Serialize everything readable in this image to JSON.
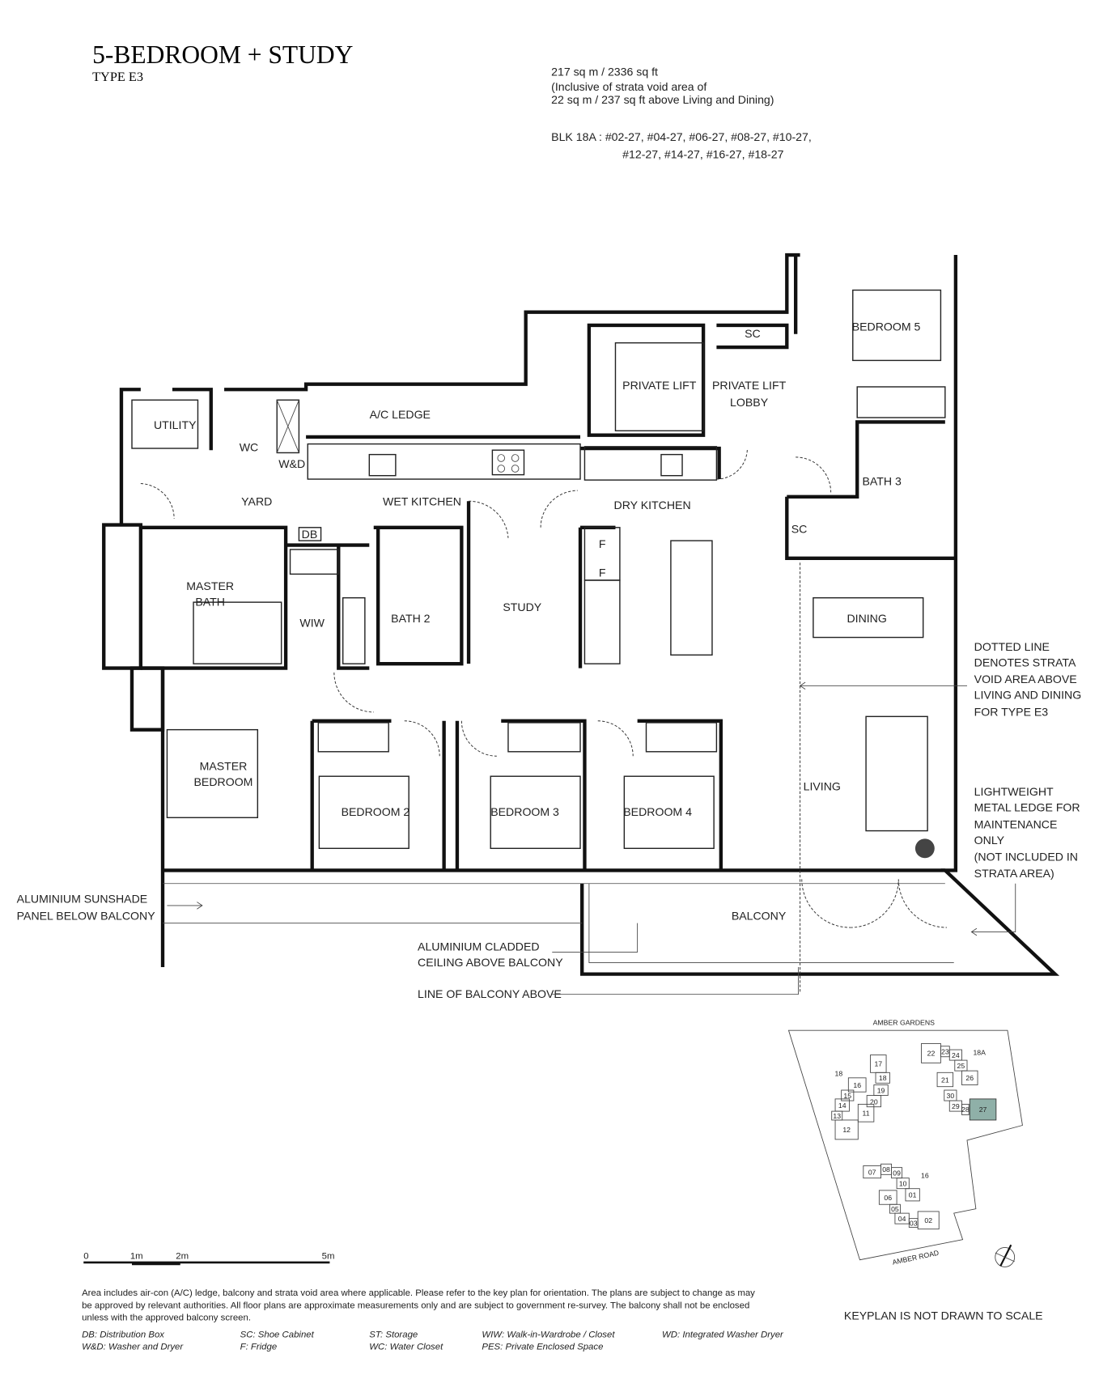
{
  "header": {
    "title": "5-BEDROOM + STUDY",
    "type": "TYPE E3",
    "area": "217 sq m / 2336 sq ft",
    "area_note_1": "(Inclusive of strata void area of",
    "area_note_2": "22 sq m / 237 sq ft above Living and Dining)",
    "units_line_1": "BLK 18A :  #02-27, #04-27, #06-27, #08-27, #10-27,",
    "units_line_2": "#12-27, #14-27, #16-27, #18-27"
  },
  "rooms": {
    "utility": "UTILITY",
    "wc": "WC",
    "wd": "W&D",
    "ac_ledge": "A/C LEDGE",
    "private_lift": "PRIVATE LIFT",
    "lift_lobby_1": "PRIVATE LIFT",
    "lift_lobby_2": "LOBBY",
    "sc_top": "SC",
    "bedroom5": "BEDROOM 5",
    "bath3": "BATH 3",
    "sc_right": "SC",
    "yard": "YARD",
    "wet_kitchen": "WET KITCHEN",
    "dry_kitchen": "DRY KITCHEN",
    "db": "DB",
    "master_bath_1": "MASTER",
    "master_bath_2": "BATH",
    "wiw": "WIW",
    "bath2": "BATH 2",
    "study": "STUDY",
    "fridge_1": "F",
    "fridge_2": "F",
    "dining": "DINING",
    "master_bedroom_1": "MASTER",
    "master_bedroom_2": "BEDROOM",
    "bedroom2": "BEDROOM 2",
    "bedroom3": "BEDROOM 3",
    "bedroom4": "BEDROOM 4",
    "living": "LIVING",
    "balcony": "BALCONY"
  },
  "annotations": {
    "sunshade_1": "ALUMINIUM SUNSHADE",
    "sunshade_2": "PANEL BELOW BALCONY",
    "cladded_1": "ALUMINIUM CLADDED",
    "cladded_2": "CEILING ABOVE BALCONY",
    "balcony_line": "LINE OF BALCONY ABOVE",
    "dotted": [
      "DOTTED LINE",
      "DENOTES STRATA",
      "VOID AREA ABOVE",
      "LIVING AND DINING",
      "FOR TYPE E3"
    ],
    "ledge": [
      "LIGHTWEIGHT",
      "METAL LEDGE FOR",
      "MAINTENANCE",
      "ONLY",
      "(NOT INCLUDED IN",
      "STRATA AREA)"
    ]
  },
  "scale_bar": {
    "labels": [
      "0",
      "1m",
      "2m",
      "5m"
    ]
  },
  "keyplan": {
    "north_road": "AMBER GARDENS",
    "south_road": "AMBER ROAD",
    "blocks": [
      "18",
      "18A",
      "16"
    ],
    "units_18": [
      "17",
      "18",
      "16",
      "19",
      "15",
      "20",
      "14",
      "11",
      "13",
      "12"
    ],
    "units_18a": [
      "22",
      "23",
      "24",
      "25",
      "26",
      "21",
      "30",
      "29",
      "28",
      "27"
    ],
    "units_16": [
      "07",
      "08",
      "09",
      "10",
      "01",
      "06",
      "05",
      "04",
      "03",
      "02"
    ],
    "highlight_unit": "27",
    "highlight_color": "#8fb0a8",
    "note": "KEYPLAN IS NOT DRAWN TO SCALE",
    "compass": "north-arrow-icon"
  },
  "footer": {
    "disclaimer_1": "Area includes air-con (A/C) ledge, balcony and strata void area where applicable. Please refer to the key plan for orientation. The plans are subject to change as may",
    "disclaimer_2": "be approved by relevant authorities. All floor plans are approximate measurements only and are subject to government re-survey. The balcony shall not be enclosed",
    "disclaimer_3": "unless with the approved balcony screen.",
    "legend": [
      "DB: Distribution Box",
      "SC: Shoe Cabinet",
      "ST: Storage",
      "WIW: Walk-in-Wardrobe / Closet",
      "WD: Integrated Washer Dryer",
      "W&D: Washer and Dryer",
      "F: Fridge",
      "WC: Water Closet",
      "PES: Private Enclosed Space"
    ]
  }
}
